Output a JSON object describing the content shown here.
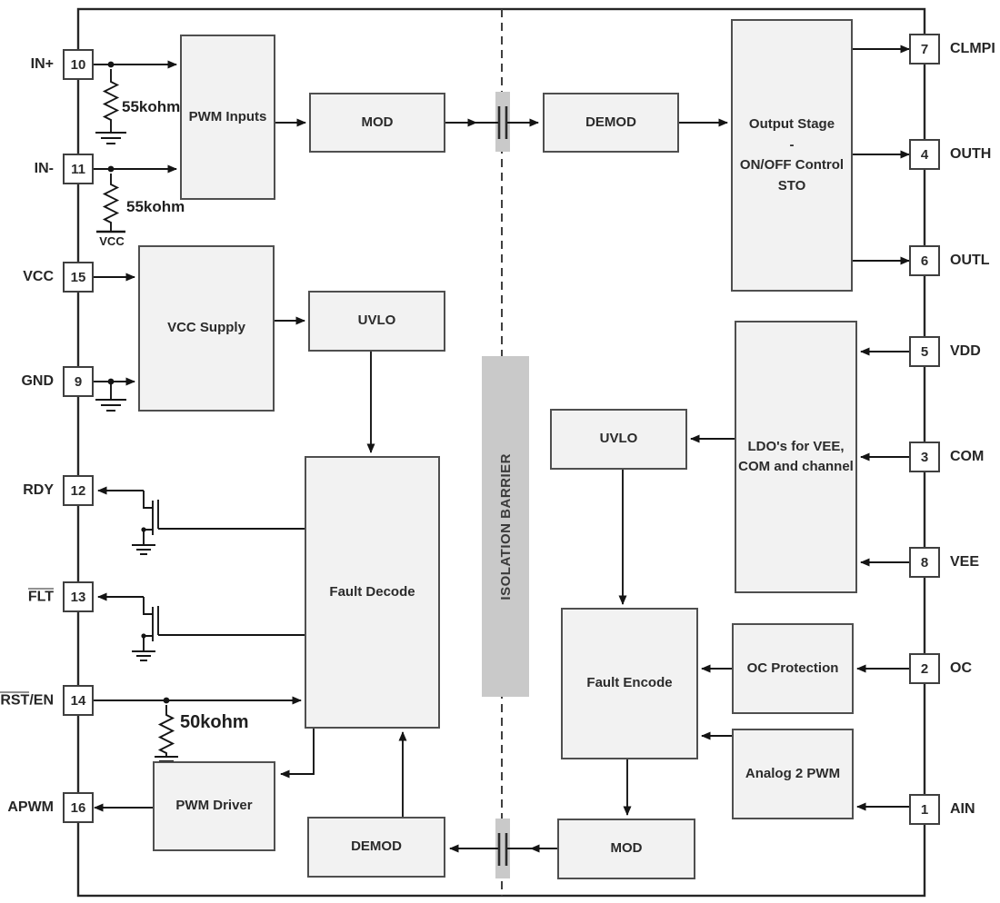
{
  "diagram": {
    "barrier_label": "ISOLATION BARRIER",
    "blocks": [
      {
        "id": "pwm-inputs",
        "label": "PWM Inputs"
      },
      {
        "id": "mod-top",
        "label": "MOD"
      },
      {
        "id": "demod-top",
        "label": "DEMOD"
      },
      {
        "id": "output-stage",
        "label": "Output Stage\n-\nON/OFF Control\nSTO"
      },
      {
        "id": "vcc-supply",
        "label": "VCC Supply"
      },
      {
        "id": "uvlo-left",
        "label": "UVLO"
      },
      {
        "id": "fault-decode",
        "label": "Fault Decode"
      },
      {
        "id": "uvlo-right",
        "label": "UVLO"
      },
      {
        "id": "ldo",
        "label": "LDO's for VEE,\nCOM and channel"
      },
      {
        "id": "fault-encode",
        "label": "Fault Encode"
      },
      {
        "id": "oc-protection",
        "label": "OC Protection"
      },
      {
        "id": "analog-2-pwm",
        "label": "Analog 2 PWM"
      },
      {
        "id": "pwm-driver",
        "label": "PWM Driver"
      },
      {
        "id": "demod-bottom",
        "label": "DEMOD"
      },
      {
        "id": "mod-bottom",
        "label": "MOD"
      }
    ],
    "pins": {
      "left": [
        {
          "num": "10",
          "label": "IN+"
        },
        {
          "num": "11",
          "label": "IN-"
        },
        {
          "num": "15",
          "label": "VCC"
        },
        {
          "num": "9",
          "label": "GND"
        },
        {
          "num": "12",
          "label": "RDY"
        },
        {
          "num": "13",
          "label": "FLT",
          "overline": true
        },
        {
          "num": "14",
          "label_over": "RST",
          "label_rest": "/EN"
        },
        {
          "num": "16",
          "label": "APWM"
        }
      ],
      "right": [
        {
          "num": "7",
          "label": "CLMPI"
        },
        {
          "num": "4",
          "label": "OUTH"
        },
        {
          "num": "6",
          "label": "OUTL"
        },
        {
          "num": "5",
          "label": "VDD"
        },
        {
          "num": "3",
          "label": "COM"
        },
        {
          "num": "8",
          "label": "VEE"
        },
        {
          "num": "2",
          "label": "OC"
        },
        {
          "num": "1",
          "label": "AIN"
        }
      ]
    },
    "annotations": {
      "r_in_plus": "55kohm",
      "r_in_minus": "55kohm",
      "r_rst": "50kohm",
      "vcc_rail": "VCC"
    },
    "colors": {
      "block_fill": "#f2f2f2",
      "block_border": "#4f4f4f",
      "barrier_fill": "#c9c9c9",
      "wire": "#141414"
    }
  }
}
